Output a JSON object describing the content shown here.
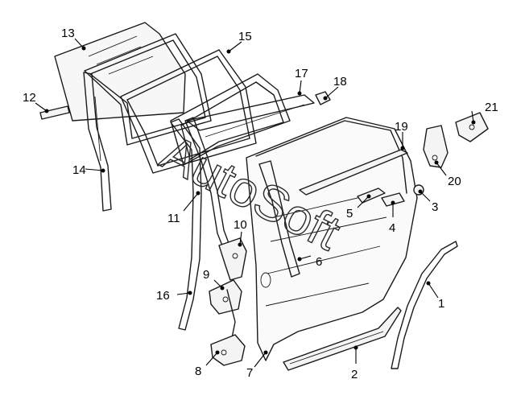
{
  "watermark": "AutoSoft",
  "callouts": [
    {
      "id": "1",
      "label": "1"
    },
    {
      "id": "2",
      "label": "2"
    },
    {
      "id": "3",
      "label": "3"
    },
    {
      "id": "4",
      "label": "4"
    },
    {
      "id": "5",
      "label": "5"
    },
    {
      "id": "6",
      "label": "6"
    },
    {
      "id": "7",
      "label": "7"
    },
    {
      "id": "8",
      "label": "8"
    },
    {
      "id": "9",
      "label": "9"
    },
    {
      "id": "10",
      "label": "10"
    },
    {
      "id": "11",
      "label": "11"
    },
    {
      "id": "12",
      "label": "12"
    },
    {
      "id": "13",
      "label": "13"
    },
    {
      "id": "14",
      "label": "14"
    },
    {
      "id": "15",
      "label": "15"
    },
    {
      "id": "16",
      "label": "16"
    },
    {
      "id": "17",
      "label": "17"
    },
    {
      "id": "18",
      "label": "18"
    },
    {
      "id": "19",
      "label": "19"
    },
    {
      "id": "20",
      "label": "20"
    },
    {
      "id": "21",
      "label": "21"
    }
  ]
}
